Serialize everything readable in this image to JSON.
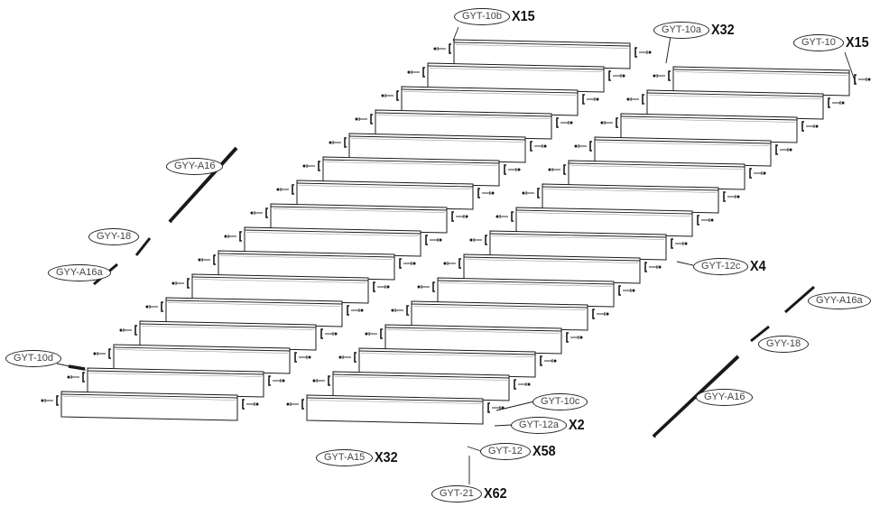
{
  "callouts": {
    "gyt_10b": {
      "code": "GYT-10b",
      "qty": "X15"
    },
    "gyt_10a": {
      "code": "GYT-10a",
      "qty": "X32"
    },
    "gyt_10": {
      "code": "GYT-10",
      "qty": "X15"
    },
    "gyy_a16_left": {
      "code": "GYY-A16"
    },
    "gyy_18_left": {
      "code": "GYY-18"
    },
    "gyy_a16a_left": {
      "code": "GYY-A16a"
    },
    "gyt_10d": {
      "code": "GYT-10d"
    },
    "gyt_12c": {
      "code": "GYT-12c",
      "qty": "X4"
    },
    "gyy_a16a_right": {
      "code": "GYY-A16a"
    },
    "gyy_18_right": {
      "code": "GYY-18"
    },
    "gyy_a16_right": {
      "code": "GYY-A16"
    },
    "gyt_10c": {
      "code": "GYT-10c"
    },
    "gyt_12a": {
      "code": "GYT-12a",
      "qty": "X2"
    },
    "gyt_12": {
      "code": "GYT-12",
      "qty": "X58"
    },
    "gyt_a15": {
      "code": "GYT-A15",
      "qty": "X32"
    },
    "gyt_21": {
      "code": "GYT-21",
      "qty": "X62"
    }
  },
  "panel_grid": {
    "columns": 2,
    "left_rows": 16,
    "right_rows": 15
  },
  "colors": {
    "line": "#1a1a1a",
    "tag_text": "#444444",
    "qty_text": "#111111"
  }
}
